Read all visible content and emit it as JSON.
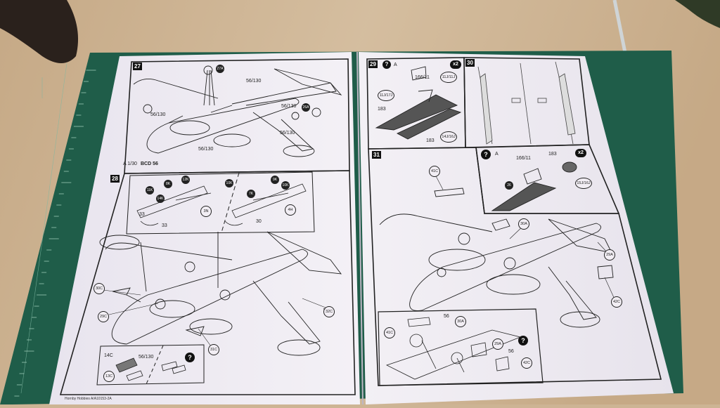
{
  "photo": {
    "subject": "open model kit instruction booklet on cutting mat",
    "colors": {
      "table": "#cdb494",
      "mat": "#1f5d49",
      "paper": "#f0ecf2",
      "ink": "#222222"
    }
  },
  "left_page": {
    "step27": {
      "num": "27",
      "labels": [
        "27A",
        "56/130",
        "56/130",
        "56/130",
        "56/130",
        "26A",
        "56/130"
      ],
      "legend_a": "A 1/30",
      "legend_bcd": "BCD 56"
    },
    "step28": {
      "num": "28",
      "inset_labels": [
        "11K",
        "14K",
        "8K",
        "12K",
        "3N",
        "33",
        "33",
        "10K",
        "7K",
        "30",
        "9K",
        "10K",
        "4H"
      ],
      "callouts": [
        "30C",
        "29C",
        "32C",
        "31C"
      ],
      "subinset": {
        "labels": [
          "14C",
          "13C"
        ],
        "code": "56/130"
      }
    },
    "footer": "Hornby Hobbies A/A10153-2A"
  },
  "right_page": {
    "step29": {
      "num": "29",
      "q": "A",
      "x2": "x2",
      "labels": [
        "166/11",
        "11J/11J",
        "11J/17J",
        "183",
        "14J/16J",
        "183"
      ]
    },
    "step30": {
      "num": "30"
    },
    "step30b": {
      "q": "A",
      "x2": "x2",
      "labels": [
        "166/11",
        "183",
        "26",
        "15J/16J"
      ]
    },
    "step31": {
      "num": "31",
      "labels": [
        "41C",
        "30A",
        "29A",
        "42C"
      ]
    },
    "step31inset": {
      "labels": [
        "41C",
        "56",
        "30A",
        "29A",
        "56",
        "42C"
      ]
    }
  }
}
